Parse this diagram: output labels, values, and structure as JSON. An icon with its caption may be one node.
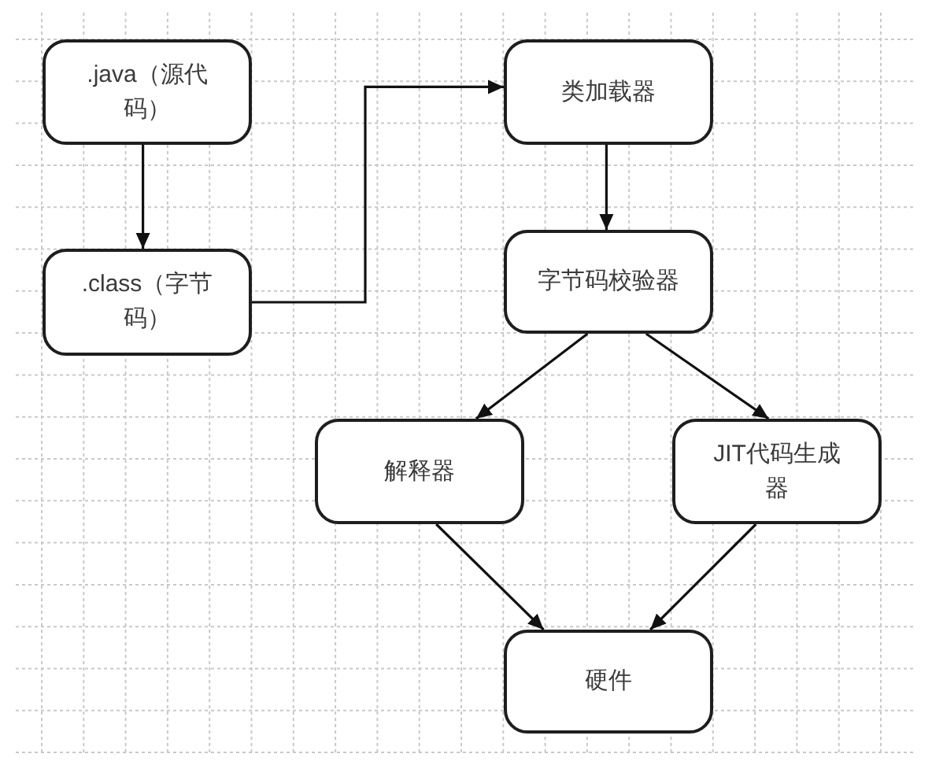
{
  "diagram": {
    "nodes": [
      {
        "text": [
          ".java（源代码）"
        ]
      },
      {
        "text": [
          ".class（字节码）"
        ]
      },
      {
        "text": [
          "类加载器"
        ]
      },
      {
        "text": [
          "字节码校验器"
        ]
      },
      {
        "text": [
          "解释器"
        ]
      },
      {
        "text": [
          "JIT代码生成器"
        ]
      },
      {
        "text": [
          "硬件"
        ]
      }
    ],
    "edges": [
      {
        "from": 0,
        "to": 1,
        "arrow": "to"
      },
      {
        "from": 1,
        "to": 2,
        "arrow": "to"
      },
      {
        "from": 2,
        "to": 3,
        "arrow": "to"
      },
      {
        "from": 3,
        "to": 4,
        "arrow": "to"
      },
      {
        "from": 3,
        "to": 5,
        "arrow": "to"
      },
      {
        "from": 4,
        "to": 6,
        "arrow": "to"
      },
      {
        "from": 5,
        "to": 6,
        "arrow": "to"
      }
    ]
  }
}
